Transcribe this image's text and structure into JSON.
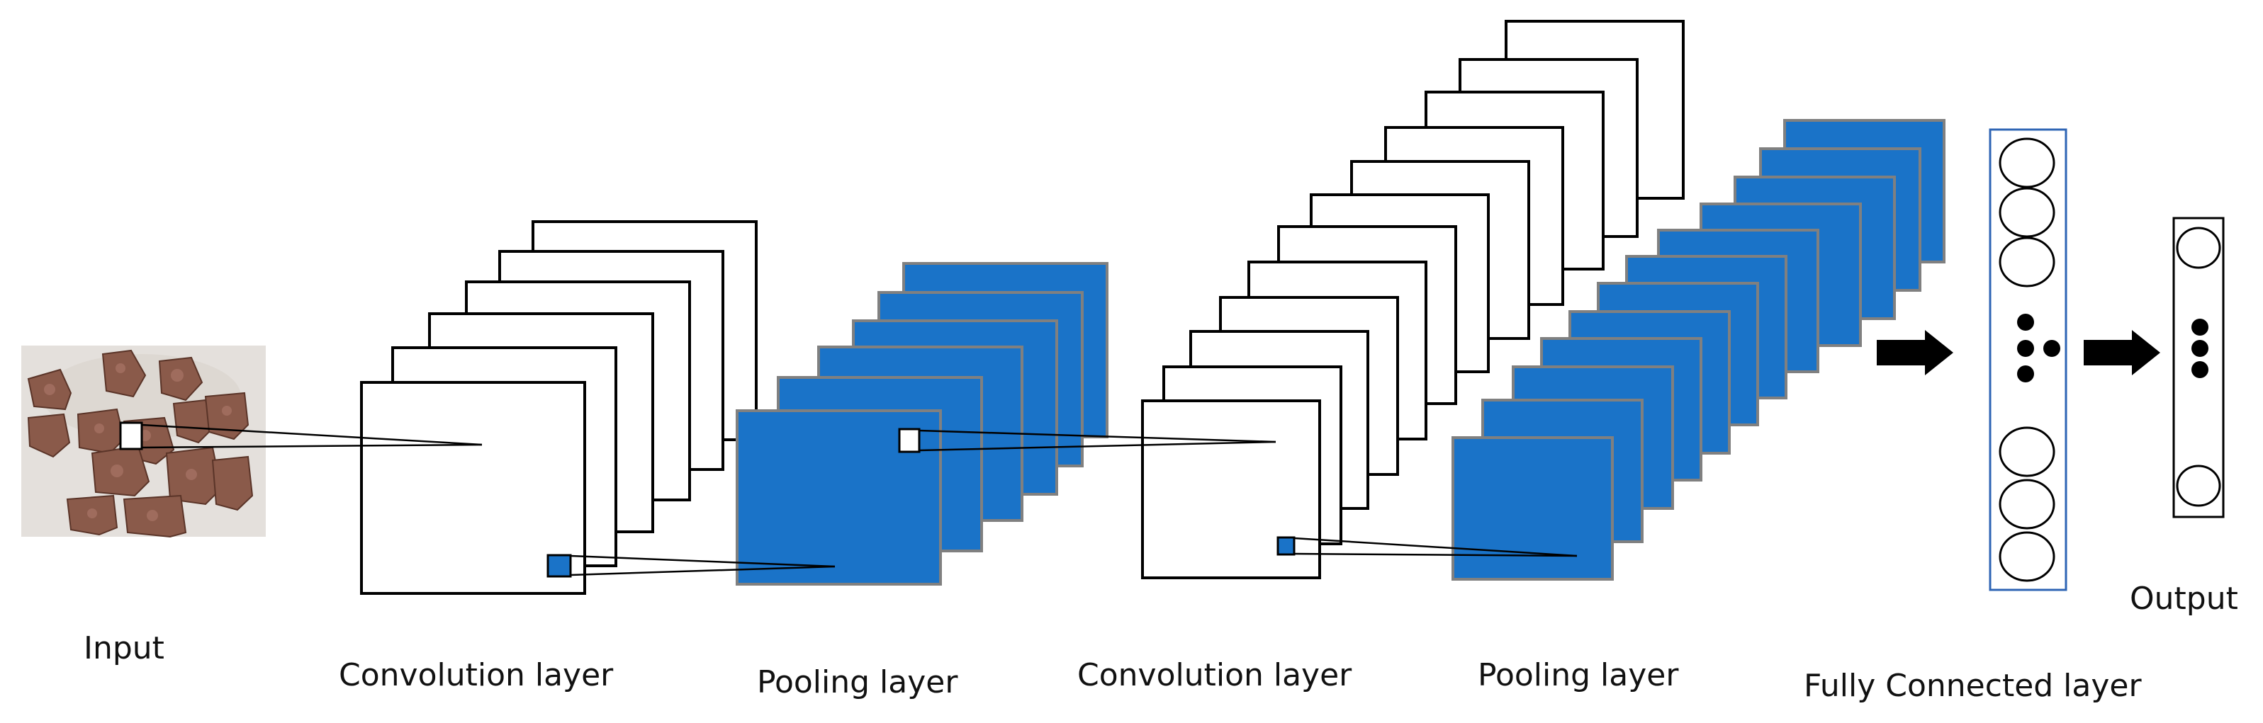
{
  "labels": {
    "input": "Input",
    "conv1": "Convolution layer",
    "pool1": "Pooling layer",
    "conv2": "Convolution layer",
    "pool2": "Pooling layer",
    "fc": "Fully Connected layer",
    "output": "Output"
  },
  "stages": [
    {
      "kind": "input",
      "content": "photo of several reddish-brown irregular chunks on a light background"
    },
    {
      "kind": "convolution",
      "feature_maps": 6
    },
    {
      "kind": "pooling",
      "feature_maps": 6
    },
    {
      "kind": "convolution",
      "feature_maps": 12
    },
    {
      "kind": "pooling",
      "feature_maps": 12
    },
    {
      "kind": "fully-connected",
      "top_nodes": 3,
      "bottom_nodes": 3
    },
    {
      "kind": "output",
      "top_nodes": 1,
      "bottom_nodes": 1
    }
  ],
  "colors": {
    "pool_fill": "#1a73c8",
    "pool_edge": "#808080",
    "fc_border": "#2e64b4",
    "arrow": "#000000"
  },
  "icons": {
    "arrow": "arrow-right-icon",
    "ellipsis": "vertical-dots-icon"
  }
}
